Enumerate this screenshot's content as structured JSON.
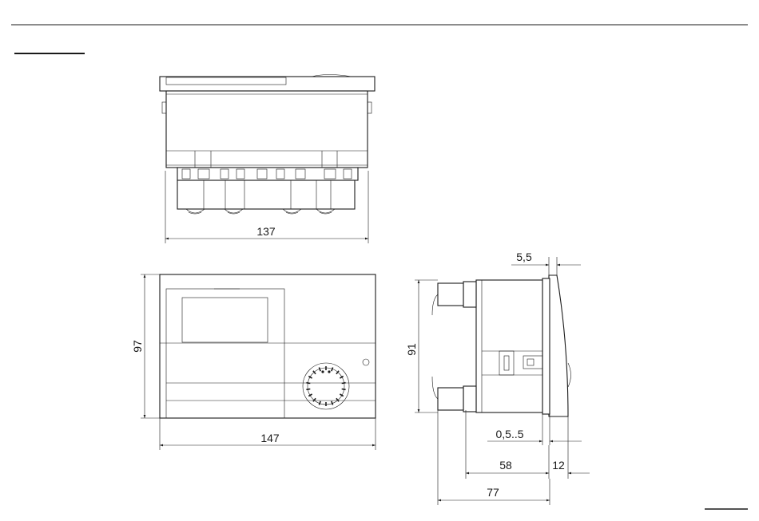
{
  "dimensions": {
    "top_width": "137",
    "front_height": "97",
    "front_width": "147",
    "side_height": "91",
    "side_bezel": "5,5",
    "side_wall": "0,5..5",
    "side_body_depth": "58",
    "side_front_depth": "12",
    "side_total_depth": "77"
  }
}
